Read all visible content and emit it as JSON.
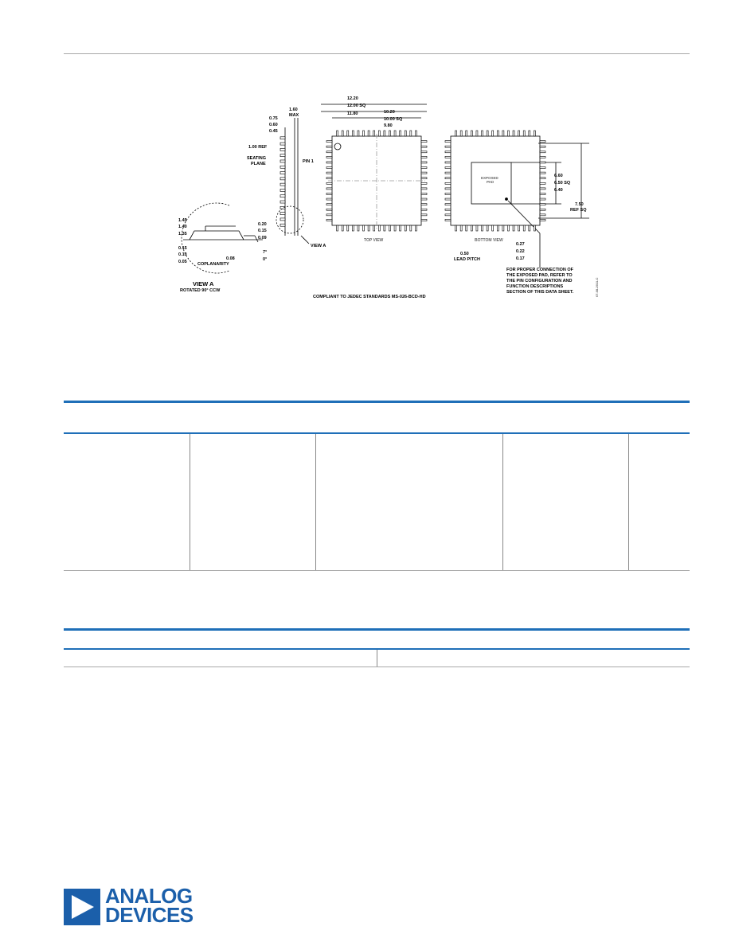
{
  "drawing": {
    "side_view": {
      "max_height": "1.60",
      "max_label": "MAX",
      "lead_dims": [
        "0.75",
        "0.60",
        "0.45"
      ],
      "lead_ref": "1.00 REF",
      "seating_plane": [
        "SEATING",
        "PLANE"
      ],
      "pin1": "PIN 1",
      "view_a_label": "VIEW A"
    },
    "top_view": {
      "outer_dims": [
        "12.20",
        "12.00 SQ",
        "11.80"
      ],
      "inner_dims": [
        "10.20",
        "10.00 SQ",
        "9.80"
      ],
      "caption": "TOP VIEW"
    },
    "bottom_view": {
      "caption": "BOTTOM VIEW",
      "exposed_pad": [
        "EXPOSED",
        "PAD"
      ],
      "pad_dims": [
        "6.60",
        "6.50 SQ",
        "6.40"
      ],
      "ref_sq": [
        "7.50",
        "REF SQ"
      ],
      "lead_pitch": [
        "0.50",
        "LEAD PITCH"
      ],
      "lead_width": [
        "0.27",
        "0.22",
        "0.17"
      ]
    },
    "view_a": {
      "height_dims": [
        "1.45",
        "1.40",
        "1.35"
      ],
      "standoff_dims": [
        "0.15",
        "0.10",
        "0.05"
      ],
      "thickness_dims": [
        "0.20",
        "0.15",
        "0.09"
      ],
      "angle_dims": [
        "7°",
        "0°"
      ],
      "coplanarity": [
        "0.08",
        "COPLANARITY"
      ],
      "title": "VIEW A",
      "subtitle": "ROTATED 90° CCW"
    },
    "note": [
      "FOR PROPER CONNECTION OF",
      "THE EXPOSED PAD, REFER TO",
      "THE PIN CONFIGURATION AND",
      "FUNCTION DESCRIPTIONS",
      "SECTION OF THIS DATA SHEET."
    ],
    "compliance": "COMPLIANT TO JEDEC STANDARDS MS-026-BCD-HD",
    "side_code": "07-08-2011-C"
  },
  "logo": {
    "line1": "ANALOG",
    "line2": "DEVICES",
    "brand_color": "#1b5faa"
  }
}
